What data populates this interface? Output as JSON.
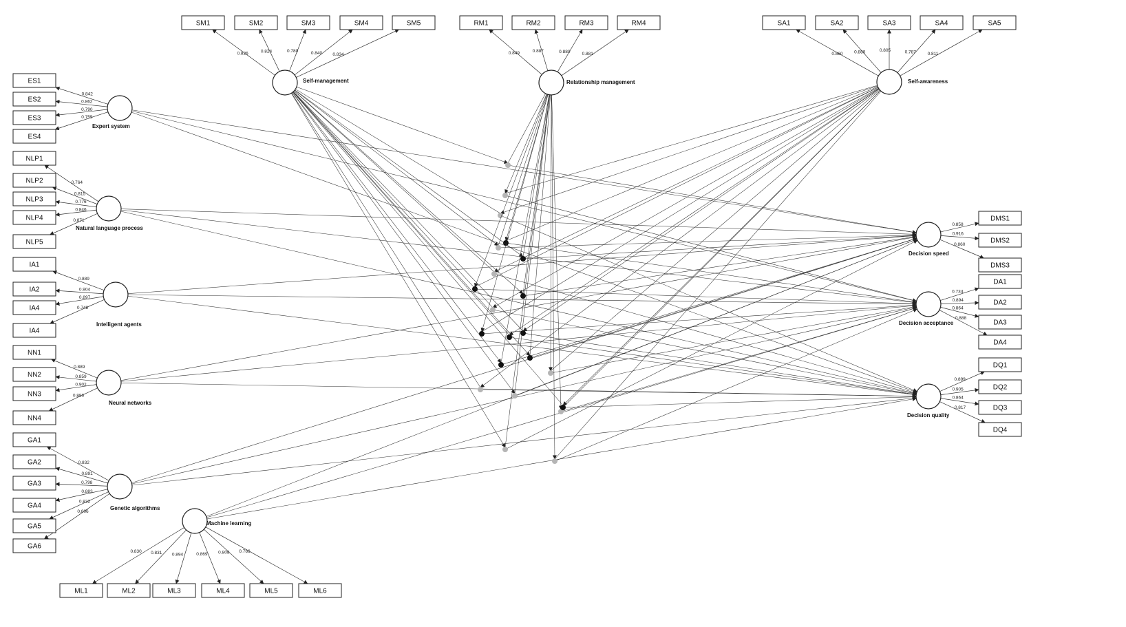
{
  "colors": {
    "line": "#333333",
    "moderator_gray": "#b5b5b5",
    "moderator_black": "#111111"
  },
  "constructs": [
    {
      "id": "ES",
      "label": "Expert system",
      "indicators": [
        {
          "label": "ES1",
          "loading": "0.842"
        },
        {
          "label": "ES2",
          "loading": "0.862"
        },
        {
          "label": "ES3",
          "loading": "0.790"
        },
        {
          "label": "ES4",
          "loading": "0.755"
        }
      ]
    },
    {
      "id": "NLP",
      "label": "Natural language process",
      "indicators": [
        {
          "label": "NLP1",
          "loading": "0.764"
        },
        {
          "label": "NLP2",
          "loading": "0.815"
        },
        {
          "label": "NLP3",
          "loading": "0.776"
        },
        {
          "label": "NLP4",
          "loading": "0.846"
        },
        {
          "label": "NLP5",
          "loading": "0.871"
        }
      ]
    },
    {
      "id": "IA",
      "label": "Intelligent agents",
      "indicators": [
        {
          "label": "IA1",
          "loading": "0.889"
        },
        {
          "label": "IA2",
          "loading": "0.904"
        },
        {
          "label": "IA4",
          "loading": "0.897"
        },
        {
          "label": "IA4",
          "loading": "0.748"
        }
      ]
    },
    {
      "id": "NN",
      "label": "Neural networks",
      "indicators": [
        {
          "label": "NN1",
          "loading": "0.889"
        },
        {
          "label": "NN2",
          "loading": "0.859"
        },
        {
          "label": "NN3",
          "loading": "0.902"
        },
        {
          "label": "NN4",
          "loading": "0.886"
        }
      ]
    },
    {
      "id": "GA",
      "label": "Genetic algorithms",
      "indicators": [
        {
          "label": "GA1",
          "loading": "0.832"
        },
        {
          "label": "GA2",
          "loading": "0.891"
        },
        {
          "label": "GA3",
          "loading": "0.798"
        },
        {
          "label": "GA4",
          "loading": "0.883"
        },
        {
          "label": "GA5",
          "loading": "0.832"
        },
        {
          "label": "GA6",
          "loading": "0.806"
        }
      ]
    },
    {
      "id": "ML",
      "label": "Machine learning",
      "indicators": [
        {
          "label": "ML1",
          "loading": "0.830"
        },
        {
          "label": "ML2",
          "loading": "0.831"
        },
        {
          "label": "ML3",
          "loading": "0.894"
        },
        {
          "label": "ML4",
          "loading": "0.869"
        },
        {
          "label": "ML5",
          "loading": "0.808"
        },
        {
          "label": "ML6",
          "loading": "0.766"
        }
      ]
    },
    {
      "id": "SM",
      "label": "Self-management",
      "indicators": [
        {
          "label": "SM1",
          "loading": "0.826"
        },
        {
          "label": "SM2",
          "loading": "0.824"
        },
        {
          "label": "SM3",
          "loading": "0.780"
        },
        {
          "label": "SM4",
          "loading": "0.840"
        },
        {
          "label": "SM5",
          "loading": "0.834"
        }
      ]
    },
    {
      "id": "RM",
      "label": "Relationship management",
      "indicators": [
        {
          "label": "RM1",
          "loading": "0.849"
        },
        {
          "label": "RM2",
          "loading": "0.887"
        },
        {
          "label": "RM3",
          "loading": "0.880"
        },
        {
          "label": "RM4",
          "loading": "0.881"
        }
      ]
    },
    {
      "id": "SA",
      "label": "Self-awareness",
      "indicators": [
        {
          "label": "SA1",
          "loading": "0.860"
        },
        {
          "label": "SA2",
          "loading": "0.888"
        },
        {
          "label": "SA3",
          "loading": "0.805"
        },
        {
          "label": "SA4",
          "loading": "0.787"
        },
        {
          "label": "SA5",
          "loading": "0.811"
        }
      ]
    },
    {
      "id": "DMS",
      "label": "Decision speed",
      "indicators": [
        {
          "label": "DMS1",
          "loading": "0.858"
        },
        {
          "label": "DMS2",
          "loading": "0.916"
        },
        {
          "label": "DMS3",
          "loading": "0.860"
        }
      ]
    },
    {
      "id": "DA",
      "label": "Decision acceptance",
      "indicators": [
        {
          "label": "DA1",
          "loading": "0.734"
        },
        {
          "label": "DA2",
          "loading": "0.894"
        },
        {
          "label": "DA3",
          "loading": "0.864"
        },
        {
          "label": "DA4",
          "loading": "0.888"
        }
      ]
    },
    {
      "id": "DQ",
      "label": "Decision quality",
      "indicators": [
        {
          "label": "DQ1",
          "loading": "0.899"
        },
        {
          "label": "DQ2",
          "loading": "0.905"
        },
        {
          "label": "DQ3",
          "loading": "0.864"
        },
        {
          "label": "DQ4",
          "loading": "0.817"
        }
      ]
    }
  ],
  "paths": [
    [
      "ES",
      "DMS"
    ],
    [
      "ES",
      "DA"
    ],
    [
      "ES",
      "DQ"
    ],
    [
      "NLP",
      "DMS"
    ],
    [
      "NLP",
      "DA"
    ],
    [
      "NLP",
      "DQ"
    ],
    [
      "IA",
      "DMS"
    ],
    [
      "IA",
      "DA"
    ],
    [
      "IA",
      "DQ"
    ],
    [
      "NN",
      "DMS"
    ],
    [
      "NN",
      "DA"
    ],
    [
      "NN",
      "DQ"
    ],
    [
      "GA",
      "DMS"
    ],
    [
      "GA",
      "DA"
    ],
    [
      "GA",
      "DQ"
    ],
    [
      "ML",
      "DMS"
    ],
    [
      "ML",
      "DA"
    ],
    [
      "ML",
      "DQ"
    ]
  ]
}
